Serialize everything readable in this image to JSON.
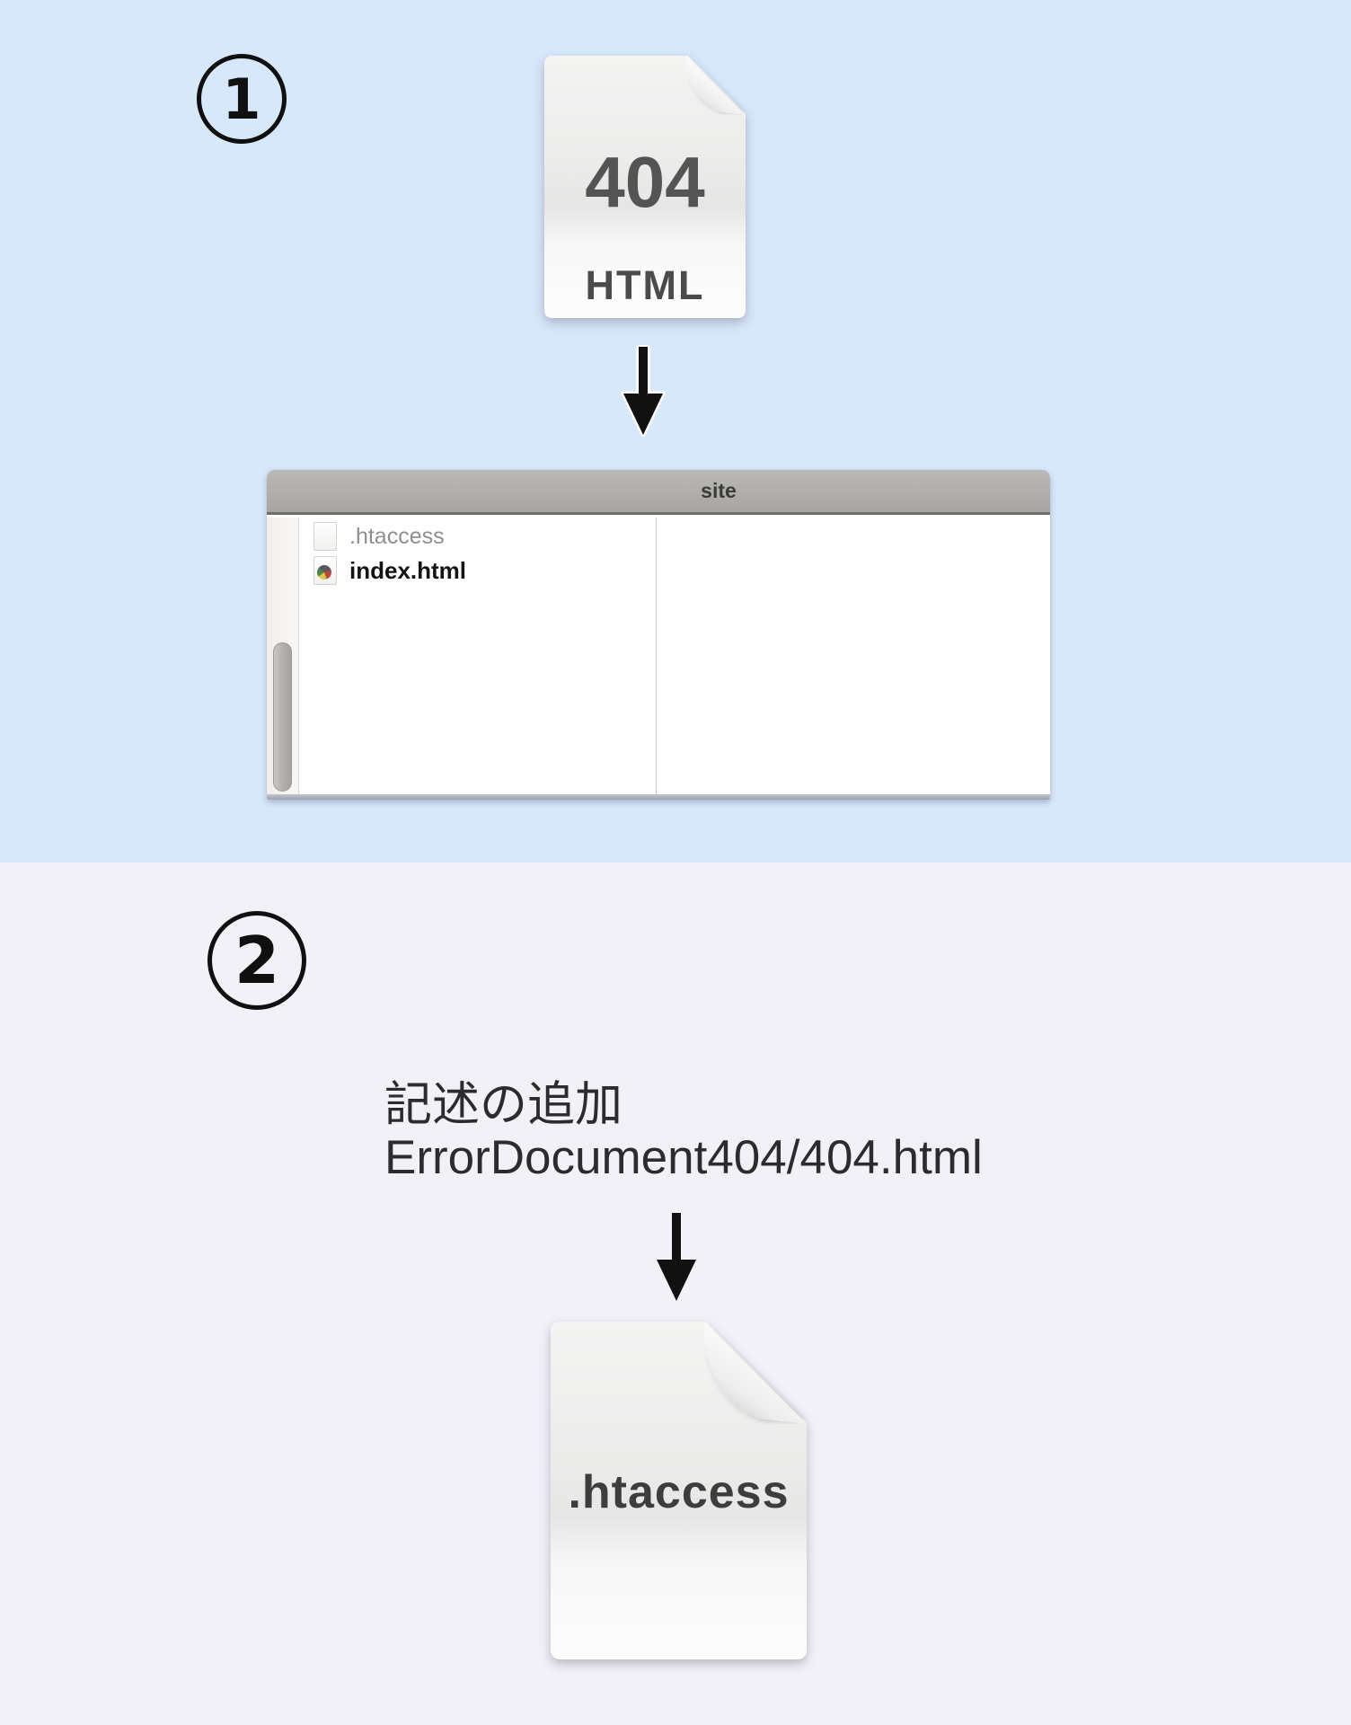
{
  "colors": {
    "step1_background": "#d8e8fb",
    "step2_background": "#f3f1f8",
    "window_titlebar": "#aeaca9",
    "window_titlebar_border": "#6f6d69",
    "window_body": "#ffffff",
    "scrollbar_thumb": "#b2afac",
    "arrow": "#111111",
    "doc_icon_body": "#ececeb",
    "doc_text": "#545454",
    "muted_file_label": "#8f8f8f",
    "file_label": "#141414",
    "badge_stroke": "#101010"
  },
  "step1": {
    "badge": "1",
    "doc_icon": {
      "line1": "404",
      "line2": "HTML"
    },
    "arrow_icon": "down-arrow",
    "finder_window": {
      "title": "site",
      "files": [
        {
          "name": ".htaccess"
        },
        {
          "name": "index.html"
        }
      ]
    }
  },
  "step2": {
    "badge": "2",
    "caption": {
      "line1": "記述の追加",
      "line2": "ErrorDocument404/404.html"
    },
    "arrow_icon": "down-arrow",
    "doc_icon": {
      "line1": ".htaccess"
    }
  }
}
